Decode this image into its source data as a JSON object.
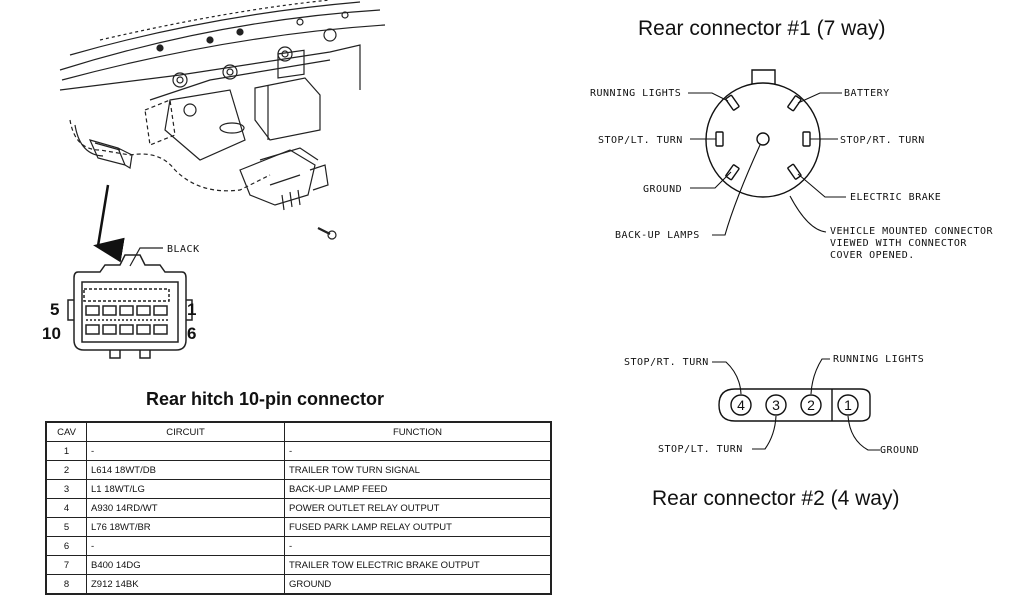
{
  "titles": {
    "rear1": "Rear connector #1 (7 way)",
    "rear2": "Rear connector #2 (4 way)",
    "hitch": "Rear hitch 10-pin connector"
  },
  "hitch_drawing": {
    "black_label": "BLACK",
    "pin_5": "5",
    "pin_1": "1",
    "pin_10": "10",
    "pin_6": "6"
  },
  "seven_way": {
    "running_lights": "RUNNING LIGHTS",
    "battery": "BATTERY",
    "stop_lt_turn": "STOP/LT. TURN",
    "stop_rt_turn": "STOP/RT. TURN",
    "ground": "GROUND",
    "electric_brake": "ELECTRIC BRAKE",
    "backup_lamps": "BACK-UP LAMPS",
    "note_line1": "VEHICLE MOUNTED CONNECTOR",
    "note_line2": "VIEWED WITH CONNECTOR",
    "note_line3": "COVER OPENED."
  },
  "four_way": {
    "stop_rt_turn": "STOP/RT. TURN",
    "running_lights": "RUNNING LIGHTS",
    "stop_lt_turn": "STOP/LT. TURN",
    "ground": "GROUND",
    "pins": [
      "4",
      "3",
      "2",
      "1"
    ]
  },
  "table": {
    "headers": [
      "CAV",
      "CIRCUIT",
      "FUNCTION"
    ],
    "rows": [
      {
        "cav": "1",
        "circuit": "-",
        "function": "-"
      },
      {
        "cav": "2",
        "circuit": "L614  18WT/DB",
        "function": "TRAILER TOW TURN SIGNAL"
      },
      {
        "cav": "3",
        "circuit": "L1  18WT/LG",
        "function": "BACK-UP LAMP FEED"
      },
      {
        "cav": "4",
        "circuit": "A930  14RD/WT",
        "function": "POWER OUTLET RELAY OUTPUT"
      },
      {
        "cav": "5",
        "circuit": "L76  18WT/BR",
        "function": "FUSED PARK LAMP RELAY OUTPUT"
      },
      {
        "cav": "6",
        "circuit": "-",
        "function": "-"
      },
      {
        "cav": "7",
        "circuit": "B400  14DG",
        "function": "TRAILER TOW ELECTRIC BRAKE OUTPUT"
      },
      {
        "cav": "8",
        "circuit": "Z912  14BK",
        "function": "GROUND"
      }
    ]
  }
}
